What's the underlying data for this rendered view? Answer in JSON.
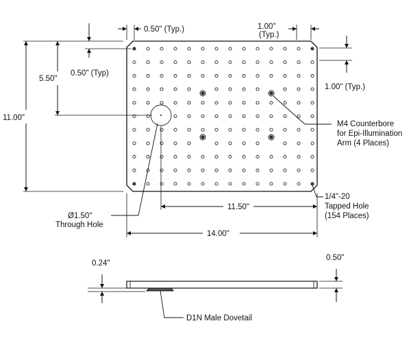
{
  "labels": {
    "dim_050_typ_top": "0.50\" (Typ.)",
    "dim_100_typ_top_line1": "1.00\"",
    "dim_100_typ_top_line2": "(Typ.)",
    "dim_550": "5.50\"",
    "dim_050_typ_left": "0.50\" (Typ)",
    "dim_1100": "11.00\"",
    "dim_100_typ_right": "1.00\" (Typ.)",
    "m4_line1": "M4 Counterbore",
    "m4_line2": "for Epi-Illumination",
    "m4_line3": "Arm (4 Places)",
    "tap_line1": "1/4\"-20",
    "tap_line2": "Tapped Hole",
    "tap_line3": "(154 Places)",
    "through_line1": "Ø1.50\"",
    "through_line2": "Through Hole",
    "dim_1150": "11.50\"",
    "dim_1400": "14.00\"",
    "dim_024": "0.24\"",
    "dim_050_side": "0.50\"",
    "dovetail": "D1N Male Dovetail"
  },
  "grid": {
    "columns": 14,
    "rows": 11,
    "colors": {
      "outline": "#111111",
      "counterbore_ring": "#cfe6e6"
    }
  }
}
